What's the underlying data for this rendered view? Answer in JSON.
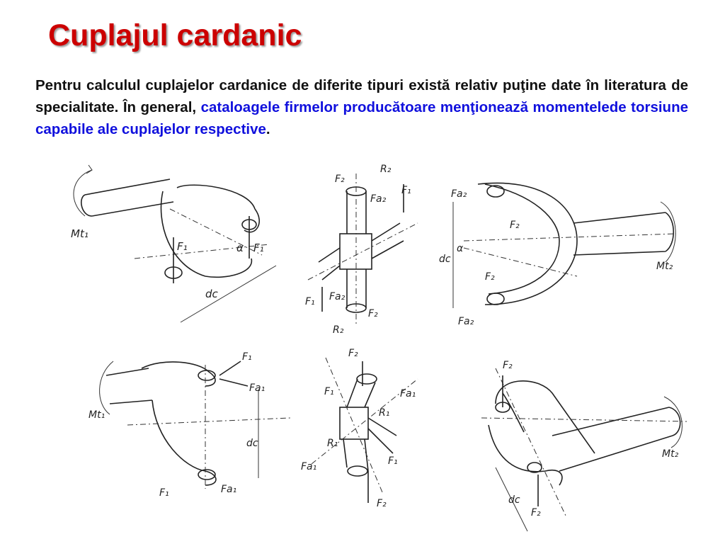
{
  "slide": {
    "title": "Cuplajul cardanic",
    "text_plain": "Pentru calculul cuplajelor cardanice de diferite tipuri există relativ puţine date în literatura de specialitate. În general, ",
    "text_highlight_1": "cataloagele firmelor producătoare menţionează momentelede torsiune capabile ale cuplajelor respective",
    "text_end": ".",
    "highlight_color": "#1010dd",
    "title_color": "#cc0000"
  },
  "figures": {
    "fig1": {
      "mt": "Mt₁",
      "f1a": "F₁",
      "f1b": "F₁",
      "alpha": "α",
      "dc": "dc"
    },
    "fig2": {
      "f2": "F₂",
      "r2a": "R₂",
      "f1a": "F₁",
      "fa2a": "Fa₂",
      "f1b": "F₁",
      "fa2b": "Fa₂",
      "f2b": "F₂",
      "r2b": "R₂"
    },
    "fig3": {
      "fa2a": "Fa₂",
      "f2a": "F₂",
      "alpha": "α",
      "dc": "dc",
      "f2b": "F₂",
      "fa2b": "Fa₂",
      "mt": "Mt₂"
    },
    "fig4": {
      "f1a": "F₁",
      "fa1a": "Fa₁",
      "mt": "Mt₁",
      "dc": "dc",
      "f1b": "F₁",
      "fa1b": "Fa₁"
    },
    "fig5": {
      "f2a": "F₂",
      "f1a": "F₁",
      "fa1a": "Fa₁",
      "r1a": "R₁",
      "r1b": "R₁",
      "fa1b": "Fa₁",
      "f1b": "F₁",
      "f2b": "F₂"
    },
    "fig6": {
      "f2a": "F₂",
      "mt": "Mt₂",
      "dc": "dc",
      "f2b": "F₂"
    }
  }
}
